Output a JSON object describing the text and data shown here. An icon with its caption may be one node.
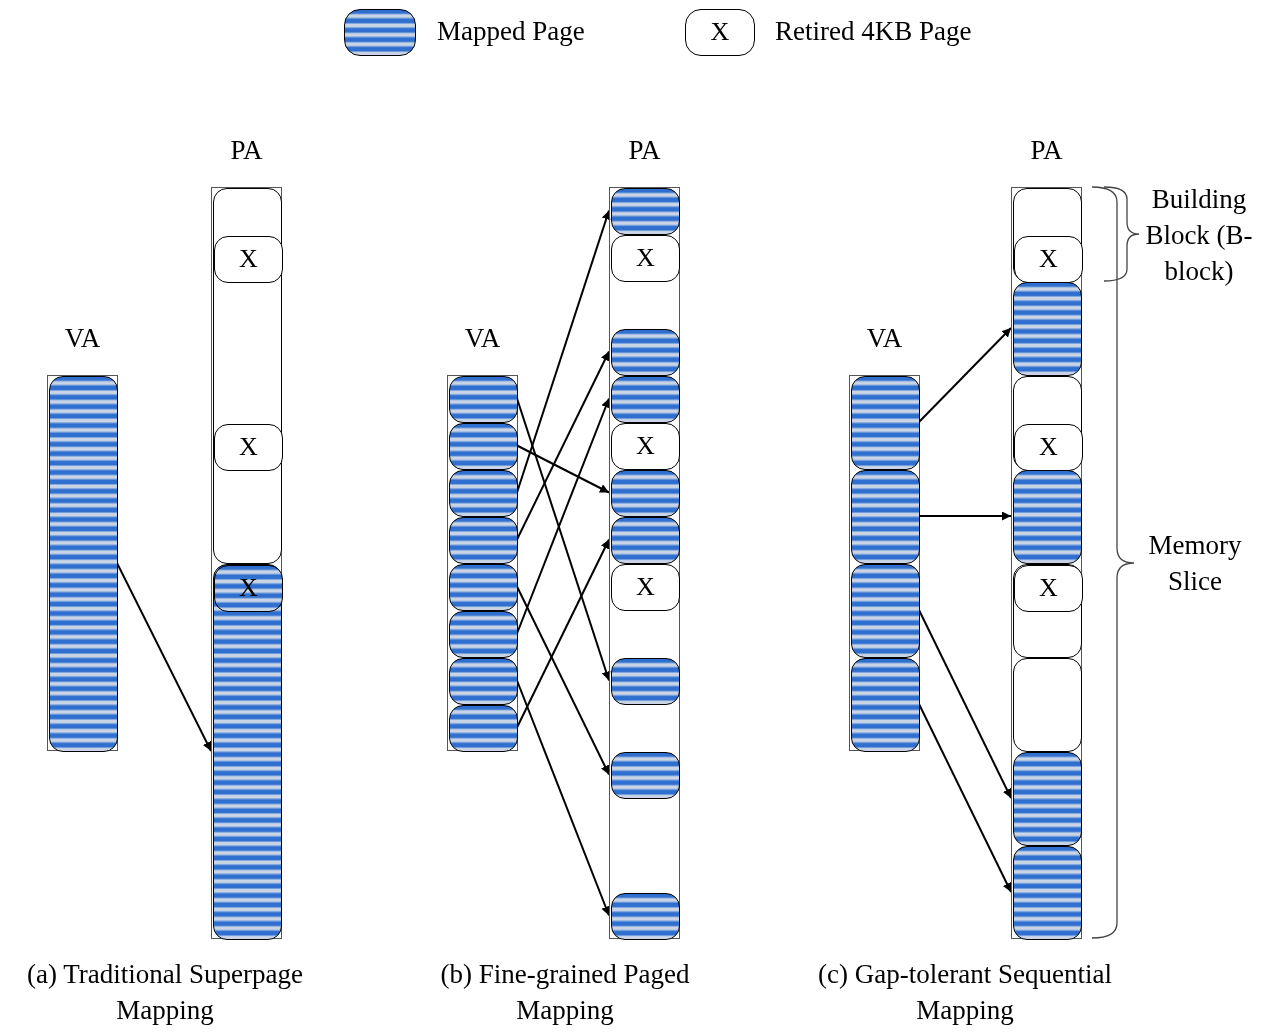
{
  "diagram": {
    "nodes": [
      {
        "text": [
          "VA"
        ]
      },
      {
        "text": [],
        "shape": "box",
        "in": 0
      },
      {
        "text": [
          "PA"
        ]
      },
      {
        "text": [],
        "shape": "box",
        "in": 2
      },
      {
        "text": [
          "X"
        ],
        "in": 3
      },
      {
        "text": [
          "X"
        ],
        "in": 3
      },
      {
        "text": [],
        "shape": "box",
        "in": 2
      },
      {
        "text": [
          "X"
        ],
        "in": 6
      },
      {
        "text": [
          "VA"
        ]
      },
      {
        "text": [],
        "shape": "box",
        "in": 8
      },
      {
        "text": [],
        "shape": "box",
        "in": 8
      },
      {
        "text": [],
        "shape": "box",
        "in": 8
      },
      {
        "text": [],
        "shape": "box",
        "in": 8
      },
      {
        "text": [],
        "shape": "box",
        "in": 8
      },
      {
        "text": [],
        "shape": "box",
        "in": 8
      },
      {
        "text": [],
        "shape": "box",
        "in": 8
      },
      {
        "text": [],
        "shape": "box",
        "in": 8
      },
      {
        "text": [
          "PA"
        ]
      },
      {
        "text": [],
        "shape": "box",
        "in": 17
      },
      {
        "text": [
          "X"
        ],
        "in": 17
      },
      {
        "text": [],
        "shape": "box",
        "in": 17
      },
      {
        "text": [],
        "shape": "box",
        "in": 17
      },
      {
        "text": [
          "X"
        ],
        "in": 17
      },
      {
        "text": [],
        "shape": "box",
        "in": 17
      },
      {
        "text": [],
        "shape": "box",
        "in": 17
      },
      {
        "text": [
          "X"
        ],
        "in": 17
      },
      {
        "text": [],
        "shape": "box",
        "in": 17
      },
      {
        "text": [],
        "shape": "box",
        "in": 17
      },
      {
        "text": [],
        "shape": "box",
        "in": 17
      },
      {
        "text": [
          "VA"
        ]
      },
      {
        "text": [],
        "shape": "box",
        "in": 29
      },
      {
        "text": [],
        "shape": "box",
        "in": 29
      },
      {
        "text": [],
        "shape": "box",
        "in": 29
      },
      {
        "text": [],
        "shape": "box",
        "in": 29
      },
      {
        "text": [
          "PA"
        ]
      },
      {
        "text": [],
        "shape": "box",
        "in": 34
      },
      {
        "text": [
          "X"
        ],
        "in": 35
      },
      {
        "text": [],
        "shape": "box",
        "in": 34
      },
      {
        "text": [],
        "shape": "box",
        "in": 34
      },
      {
        "text": [
          "X"
        ],
        "in": 38
      },
      {
        "text": [],
        "shape": "box",
        "in": 34
      },
      {
        "text": [],
        "shape": "box",
        "in": 34
      },
      {
        "text": [
          "X"
        ],
        "in": 41
      },
      {
        "text": [],
        "shape": "box",
        "in": 34
      },
      {
        "text": [],
        "shape": "box",
        "in": 34
      },
      {
        "text": [],
        "shape": "box",
        "in": 34
      }
    ],
    "edges": [
      {
        "from": 1,
        "to": 6,
        "arrow": "to"
      },
      {
        "from": 9,
        "to": 26,
        "arrow": "to"
      },
      {
        "from": 10,
        "to": 23,
        "arrow": "to"
      },
      {
        "from": 11,
        "to": 18,
        "arrow": "to"
      },
      {
        "from": 12,
        "to": 20,
        "arrow": "to"
      },
      {
        "from": 13,
        "to": 27,
        "arrow": "to"
      },
      {
        "from": 14,
        "to": 21,
        "arrow": "to"
      },
      {
        "from": 15,
        "to": 28,
        "arrow": "to"
      },
      {
        "from": 16,
        "to": 24,
        "arrow": "to"
      },
      {
        "from": 30,
        "to": 37,
        "arrow": "to"
      },
      {
        "from": 31,
        "to": 40,
        "arrow": "to"
      },
      {
        "from": 32,
        "to": 44,
        "arrow": "to"
      },
      {
        "from": 33,
        "to": 45,
        "arrow": "to"
      }
    ],
    "labels": [
      "X",
      "(a) Traditional Superpage Mapping",
      "(b) Fine-grained Paged Mapping",
      "(c) Gap-tolerant Sequential Mapping",
      "Building Block (B-block)",
      "Memory Slice"
    ],
    "legend": [
      {
        "text": "Mapped Page"
      },
      {
        "text": "Retired 4KB Page"
      }
    ]
  }
}
